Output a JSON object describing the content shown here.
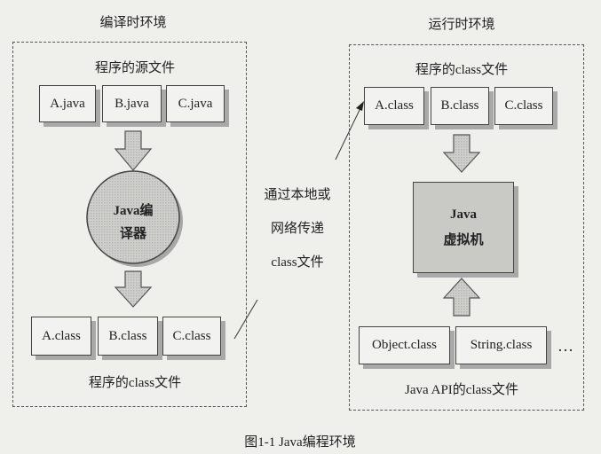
{
  "compile_env": {
    "title": "编译时环境",
    "source_label": "程序的源文件",
    "source_files": [
      "A.java",
      "B.java",
      "C.java"
    ],
    "compiler": [
      "Java编",
      "译器"
    ],
    "class_files": [
      "A.class",
      "B.class",
      "C.class"
    ],
    "class_label": "程序的class文件"
  },
  "transfer": {
    "lines": [
      "通过本地或",
      "网络传递",
      "class文件"
    ]
  },
  "runtime_env": {
    "title": "运行时环境",
    "class_label": "程序的class文件",
    "class_files": [
      "A.class",
      "B.class",
      "C.class"
    ],
    "jvm": [
      "Java",
      "虚拟机"
    ],
    "api_files": [
      "Object.class",
      "String.class"
    ],
    "ellipsis": "…",
    "api_label": "Java API的class文件"
  },
  "caption": "图1-1  Java编程环境"
}
